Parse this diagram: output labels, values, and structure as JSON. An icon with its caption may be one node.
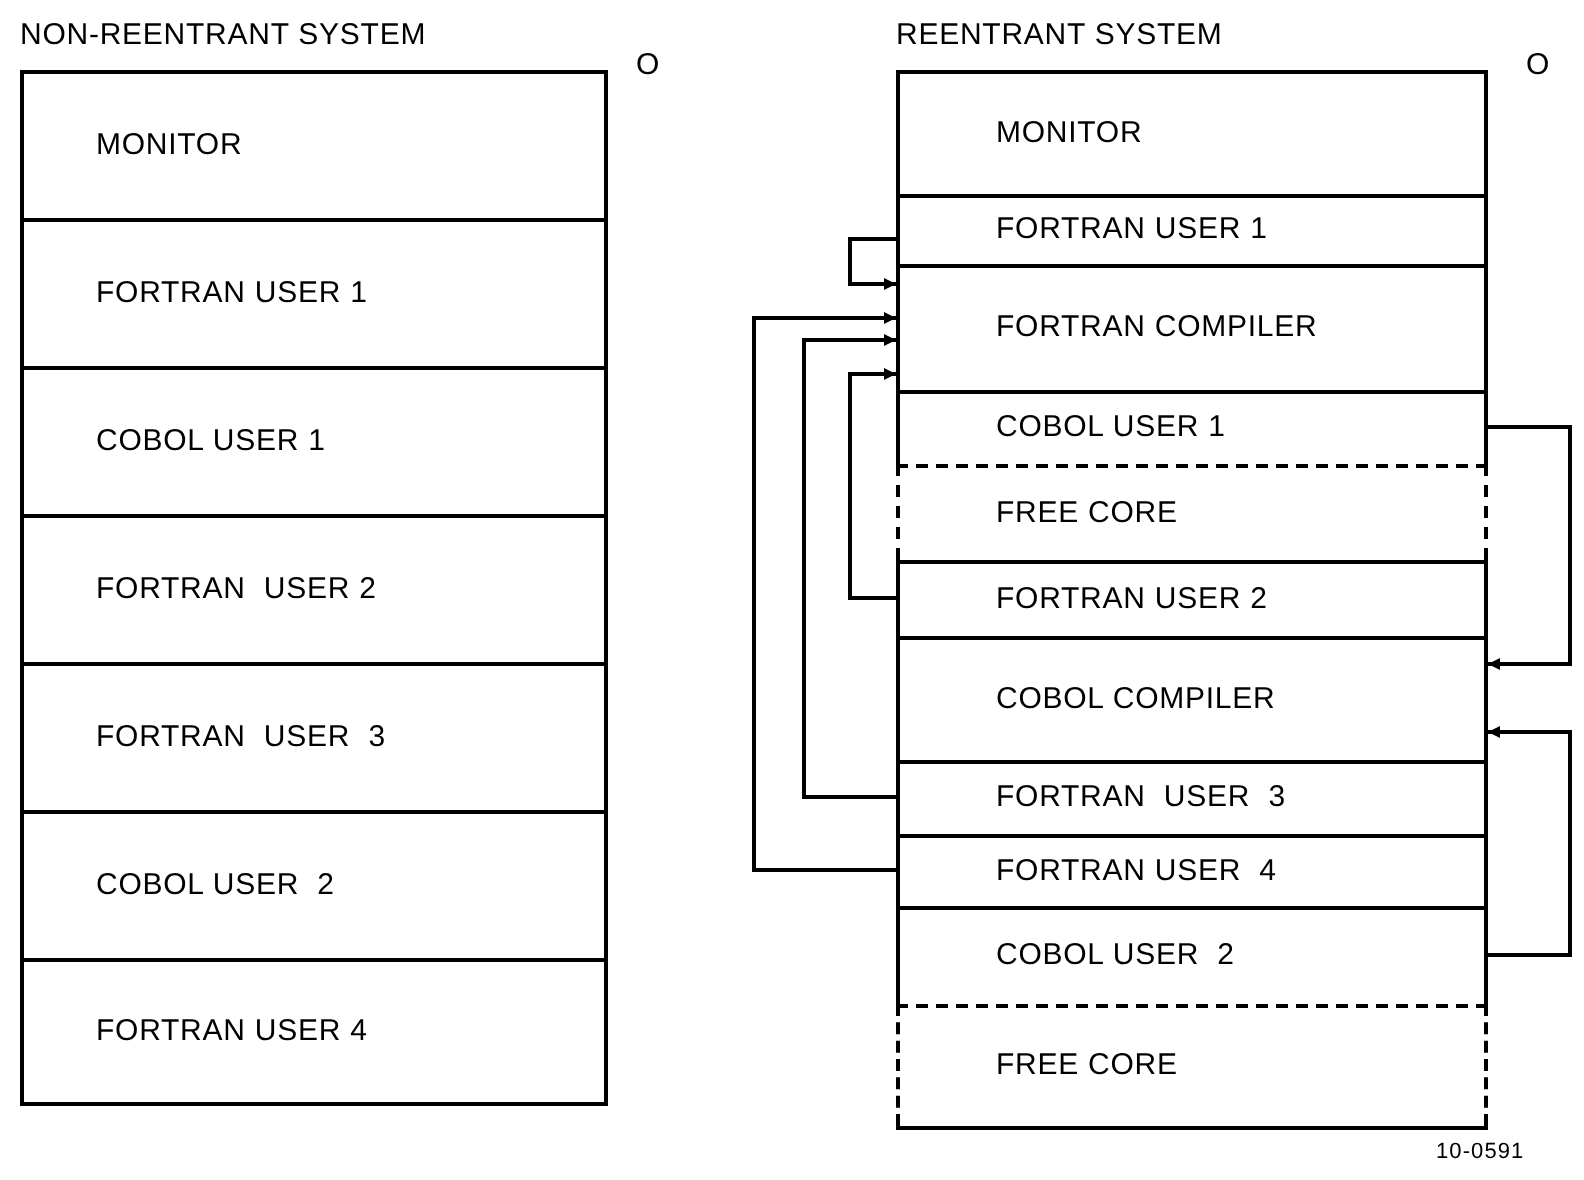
{
  "diagram": {
    "nodes": [
      {
        "text": [
          "NON-REENTRANT SYSTEM"
        ]
      },
      {
        "text": [
          "MONITOR"
        ],
        "in": 0
      },
      {
        "text": [
          "FORTRAN USER 1"
        ],
        "in": 0
      },
      {
        "text": [
          "COBOL USER 1"
        ],
        "in": 0
      },
      {
        "text": [
          "FORTRAN  USER 2"
        ],
        "in": 0
      },
      {
        "text": [
          "FORTRAN  USER  3"
        ],
        "in": 0
      },
      {
        "text": [
          "COBOL USER  2"
        ],
        "in": 0
      },
      {
        "text": [
          "FORTRAN USER 4"
        ],
        "in": 0
      },
      {
        "text": [
          "REENTRANT SYSTEM"
        ]
      },
      {
        "text": [
          "MONITOR"
        ],
        "in": 8
      },
      {
        "text": [
          "FORTRAN USER 1"
        ],
        "in": 8
      },
      {
        "text": [
          "FORTRAN COMPILER"
        ],
        "in": 8
      },
      {
        "text": [
          "COBOL USER 1"
        ],
        "in": 8
      },
      {
        "text": [
          "FREE CORE"
        ],
        "in": 8
      },
      {
        "text": [
          "FORTRAN USER 2"
        ],
        "in": 8
      },
      {
        "text": [
          "COBOL COMPILER"
        ],
        "in": 8
      },
      {
        "text": [
          "FORTRAN  USER  3"
        ],
        "in": 8
      },
      {
        "text": [
          "FORTRAN USER  4"
        ],
        "in": 8
      },
      {
        "text": [
          "COBOL USER  2"
        ],
        "in": 8
      },
      {
        "text": [
          "FREE CORE"
        ],
        "in": 8
      }
    ],
    "edges": [
      {
        "from": 10,
        "to": 11,
        "arrow": "to"
      },
      {
        "from": 14,
        "to": 11,
        "arrow": "to"
      },
      {
        "from": 16,
        "to": 11,
        "arrow": "to"
      },
      {
        "from": 17,
        "to": 11,
        "arrow": "to"
      },
      {
        "from": 12,
        "to": 15,
        "arrow": "to"
      },
      {
        "from": 18,
        "to": 15,
        "arrow": "to"
      }
    ],
    "labels": [
      "O",
      "O",
      "10-0591"
    ]
  }
}
